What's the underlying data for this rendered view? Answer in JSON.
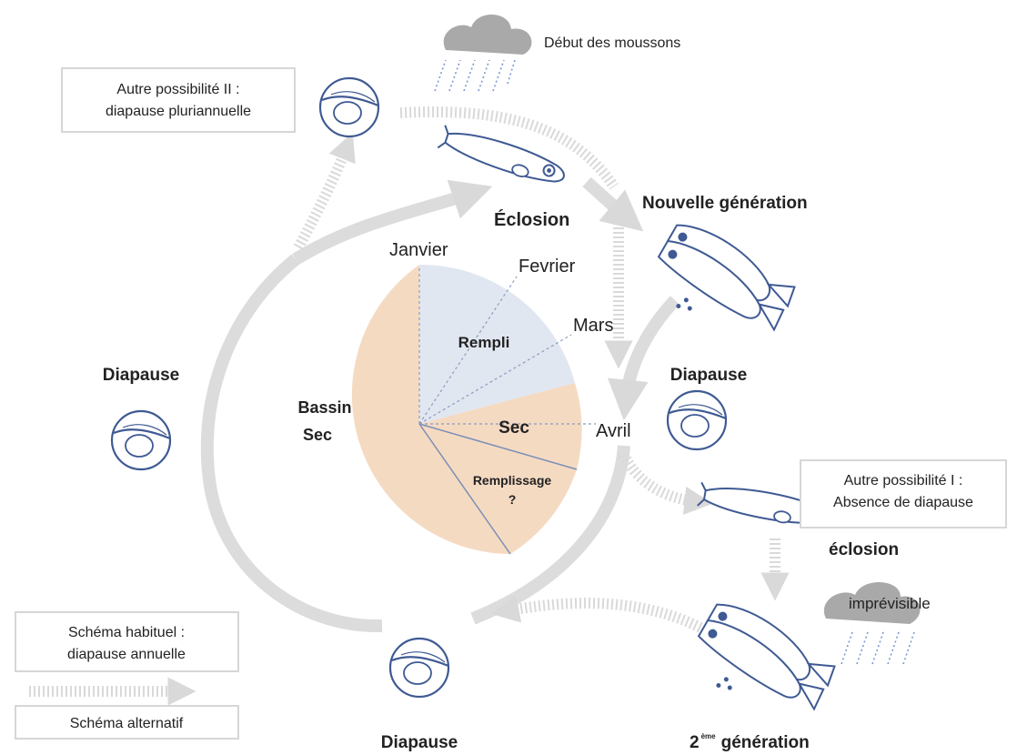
{
  "diagram": {
    "cloud_top_label": "Début des moussons",
    "alt2_box": {
      "line1": "Autre possibilité II :",
      "line2": "diapause pluriannuelle"
    },
    "alt1_box": {
      "line1": "Autre possibilité I :",
      "line2": "Absence de diapause"
    },
    "eclosion_top": "Éclosion",
    "nouvelle_generation": "Nouvelle génération",
    "diapause_left": "Diapause",
    "diapause_right": "Diapause",
    "diapause_bottom": "Diapause",
    "eclosion_lower": "éclosion",
    "imprevisible": "imprévisible",
    "second_gen_prefix": "2",
    "second_gen_sup": "ème",
    "second_gen_word": "génération",
    "legend": {
      "habitual_line1": "Schéma habituel :",
      "habitual_line2": "diapause annuelle",
      "alternative": "Schéma alternatif"
    },
    "pie": {
      "months": [
        "Janvier",
        "Fevrier",
        "Mars",
        "Avril"
      ],
      "rempli": "Rempli",
      "sec": "Sec",
      "bassin_line1": "Bassin",
      "bassin_line2": "Sec",
      "remplissage_line1": "Remplissage",
      "remplissage_line2": "?"
    },
    "colors": {
      "wet": "#e1e7f1",
      "dry": "#f5dac2",
      "arrow": "#d9d9d9",
      "outline": "#3f5a93"
    }
  }
}
